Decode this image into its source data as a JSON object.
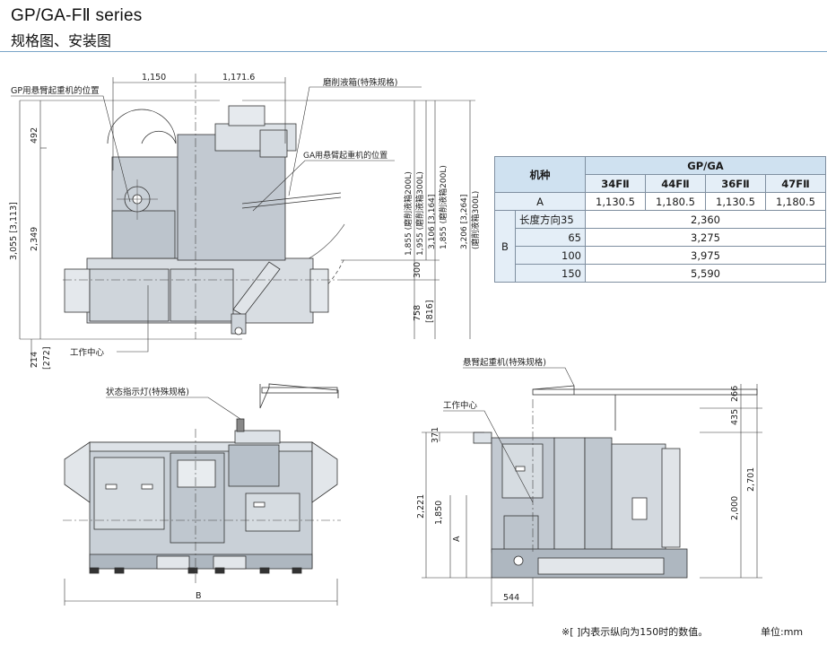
{
  "page": {
    "title": "GP/GA-FⅡ series",
    "subtitle": "规格图、安装图"
  },
  "top_view": {
    "dim_top_left": "1,150",
    "dim_top_right": "1,171.6",
    "label_gp_crane": "GP用悬臂起重机的位置",
    "label_ga_crane": "GA用悬臂起重机的位置",
    "label_coolant": "磨削液箱(特殊规格)",
    "label_work_center": "工作中心",
    "dim_492": "492",
    "dim_2349": "2,349",
    "dim_3055": "3,055 [3,113]",
    "dim_214": "214",
    "dim_272": "[272]",
    "dim_1855": "1,855 (磨削液箱200L)",
    "dim_1955": "1,955 (磨削液箱300L)",
    "dim_3106": "3,106 [3,164]",
    "dim_3206": "3,206 [3,264]",
    "dim_3206_sub": "(磨削液箱300L)",
    "dim_300": "300",
    "dim_758": "758",
    "dim_816": "[816]"
  },
  "spec_table": {
    "h_model": "机种",
    "h_series": "GP/GA",
    "models": [
      "34FⅡ",
      "44FⅡ",
      "36FⅡ",
      "47FⅡ"
    ],
    "row_a_label": "A",
    "row_a_values": [
      "1,130.5",
      "1,180.5",
      "1,130.5",
      "1,180.5"
    ],
    "row_b_label": "B",
    "b_rows": [
      {
        "label": "长度方向35",
        "value": "2,360"
      },
      {
        "label": "65",
        "value": "3,275"
      },
      {
        "label": "100",
        "value": "3,975"
      },
      {
        "label": "150",
        "value": "5,590"
      }
    ]
  },
  "front_view": {
    "label_status_light": "状态指示灯(特殊规格)",
    "dim_b": "B"
  },
  "side_view": {
    "label_crane": "悬臂起重机(特殊规格)",
    "label_work_center": "工作中心",
    "dim_371": "371",
    "dim_2221": "2,221",
    "dim_1850": "1,850",
    "dim_a": "A",
    "dim_544": "544",
    "dim_266": "266",
    "dim_435": "435",
    "dim_2000": "2,000",
    "dim_2701": "2,701"
  },
  "footer": {
    "note": "※[ ]内表示纵向为150时的数值。",
    "unit": "单位:mm"
  }
}
